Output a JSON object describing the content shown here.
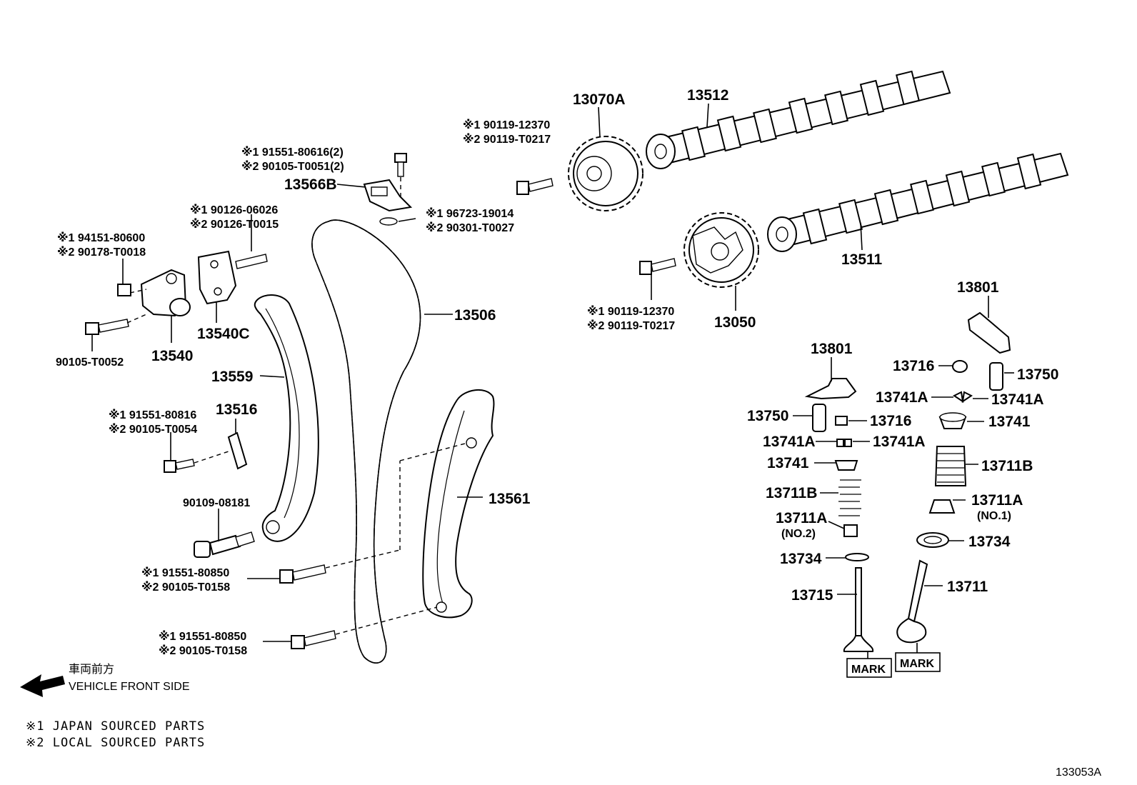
{
  "labels": {
    "p13070A": "13070A",
    "p13512": "13512",
    "p13566B": "13566B",
    "p13540C": "13540C",
    "p13540": "13540",
    "p13506": "13506",
    "p13511": "13511",
    "p13050": "13050",
    "p13559": "13559",
    "p13516": "13516",
    "p13561": "13561",
    "p13801a": "13801",
    "p13801b": "13801",
    "p13716a": "13716",
    "p13750a": "13750",
    "p13741Aa": "13741A",
    "p13741Ab": "13741A",
    "p13750b": "13750",
    "p13716b": "13716",
    "p13741a": "13741",
    "p13741Ac": "13741A",
    "p13741Ad": "13741A",
    "p13741b": "13741",
    "p13711Ba": "13711B",
    "p13711Bb": "13711B",
    "p13711Aa": "13711A",
    "p13711Aa_sub": "(NO.1)",
    "p13711Ab": "13711A",
    "p13711Ab_sub": "(NO.2)",
    "p13734a": "13734",
    "p13734b": "13734",
    "p13715": "13715",
    "p13711": "13711",
    "p90105_T0052": "90105-T0052",
    "p90109_08181": "90109-08181",
    "mark1": "MARK",
    "mark2": "MARK"
  },
  "callouts": {
    "bolt_13566B_1": "※1 91551-80616(2)",
    "bolt_13566B_2": "※2 90105-T0051(2)",
    "bolt_13070A_1": "※1 90119-12370",
    "bolt_13070A_2": "※2 90119-T0217",
    "stud_1": "※1 90126-06026",
    "stud_2": "※2 90126-T0015",
    "nut_1": "※1  94151-80600",
    "nut_2": "※2  90178-T0018",
    "oring_1": "※1 96723-19014",
    "oring_2": "※2 90301-T0027",
    "bolt_13050_1": "※1 90119-12370",
    "bolt_13050_2": "※2 90119-T0217",
    "bolt_13516_1": "※1 91551-80816",
    "bolt_13516_2": "※2 90105-T0054",
    "bolt_guide1_1": "※1 91551-80850",
    "bolt_guide1_2": "※2 90105-T0158",
    "bolt_guide2_1": "※1 91551-80850",
    "bolt_guide2_2": "※2 90105-T0158"
  },
  "front": {
    "jp": "車両前方",
    "en": "VEHICLE FRONT SIDE"
  },
  "notes": {
    "n1": "※1 JAPAN SOURCED PARTS",
    "n2": "※2 LOCAL SOURCED PARTS"
  },
  "figure_id": "133053A"
}
